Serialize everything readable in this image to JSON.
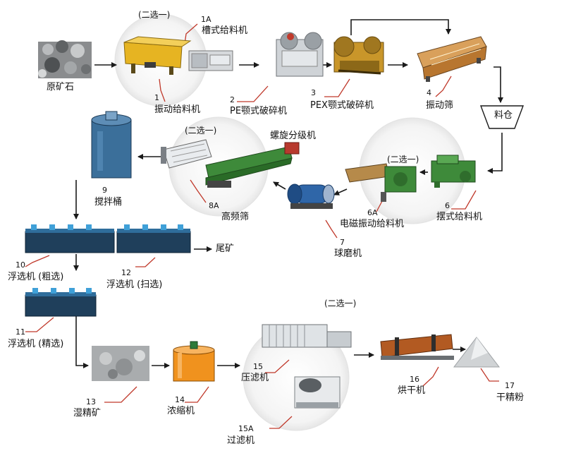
{
  "colors": {
    "arrow": "#1a1a1a",
    "leader": "#c0392b",
    "frame_yellow": "#e6b422",
    "steel_blue": "#3b6f9a",
    "cell_dark": "#1f3f5b",
    "green_machine": "#3e8a3a",
    "thickener_orange": "#f0921e"
  },
  "groups": {
    "g1": "(二选一)",
    "g2": "(二选一)",
    "g3": "(二选一)",
    "g4": "(二选一)"
  },
  "items": {
    "ore": {
      "label": "原矿石"
    },
    "m1a": {
      "num": "1A",
      "label": "槽式给料机"
    },
    "m1": {
      "num": "1",
      "label": "振动给料机"
    },
    "m2": {
      "num": "2",
      "label": "PE颚式破碎机"
    },
    "m3": {
      "num": "3",
      "label": "PEX颚式破碎机"
    },
    "m4": {
      "num": "4",
      "label": "振动筛"
    },
    "bin": {
      "label": "料仓"
    },
    "m6": {
      "num": "6",
      "label": "摆式给料机"
    },
    "m6a": {
      "num": "6A",
      "label": "电磁振动给料机"
    },
    "m7": {
      "num": "7",
      "label": "球磨机"
    },
    "spiral": {
      "label": "螺旋分级机"
    },
    "m8a": {
      "num": "8A",
      "label": "高频筛"
    },
    "m9": {
      "num": "9",
      "label": "搅拌桶"
    },
    "m10": {
      "num": "10",
      "label": "浮选机 (粗选)"
    },
    "m12": {
      "num": "12",
      "label": "浮选机 (扫选)"
    },
    "tail": {
      "label": "尾矿"
    },
    "m11": {
      "num": "11",
      "label": "浮选机 (精选)"
    },
    "m13": {
      "num": "13",
      "label": "湿精矿"
    },
    "m14": {
      "num": "14",
      "label": "浓缩机"
    },
    "m15": {
      "num": "15",
      "label": "压滤机"
    },
    "m15a": {
      "num": "15A",
      "label": "过滤机"
    },
    "m16": {
      "num": "16",
      "label": "烘干机"
    },
    "m17": {
      "num": "17",
      "label": "干精粉"
    }
  }
}
